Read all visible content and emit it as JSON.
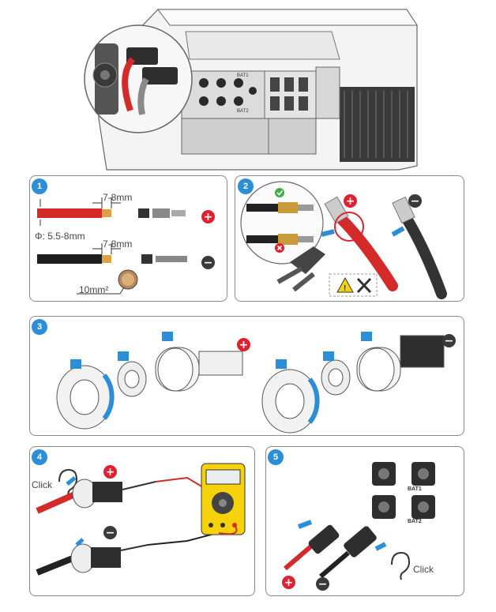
{
  "steps": [
    {
      "number": "1"
    },
    {
      "number": "2"
    },
    {
      "number": "3"
    },
    {
      "number": "4"
    },
    {
      "number": "5"
    }
  ],
  "step1": {
    "strip_length_top": "7-8mm",
    "diameter": "Φ: 5.5-8mm",
    "strip_length_bottom": "7-8mm",
    "cross_section": "10mm²"
  },
  "step4": {
    "click_label": "Click"
  },
  "step5": {
    "click_label": "Click",
    "port_label_1": "BAT1",
    "port_label_2": "BAT2"
  },
  "inverter": {
    "port_label_1": "BAT1",
    "port_label_2": "BAT2"
  },
  "colors": {
    "accent_blue": "#2b8ed6",
    "positive_red": "#e0202f",
    "negative_dark": "#3a3a3a",
    "ok_green": "#3fae49",
    "warning_yellow": "#f5d20c"
  },
  "icons": [
    "plus-icon",
    "minus-icon",
    "check-icon",
    "cross-icon",
    "warning-icon",
    "tools-icon",
    "ear-icon",
    "arrow-icon",
    "multimeter-icon"
  ]
}
